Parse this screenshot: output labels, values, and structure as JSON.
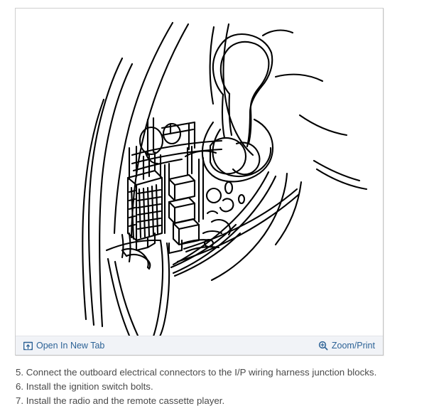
{
  "viewer": {
    "figure": {
      "alt_description": "Line drawing of vehicle instrument panel interior showing I/P wiring harness junction blocks, ignition switch and radio opening",
      "line_color": "#000000",
      "background": "#ffffff"
    },
    "toolbar": {
      "open_in_new_tab": {
        "label": "Open In New Tab",
        "icon": "open-in-new-tab-icon"
      },
      "zoom_print": {
        "label": "Zoom/Print",
        "icon": "magnifier-plus-icon"
      },
      "link_color": "#2c6296",
      "background": "#f1f3f7"
    }
  },
  "instructions": [
    "5. Connect the outboard electrical connectors to the I/P wiring harness junction blocks.",
    "6. Install the ignition switch bolts.",
    "7. Install the radio and the remote cassette player."
  ]
}
